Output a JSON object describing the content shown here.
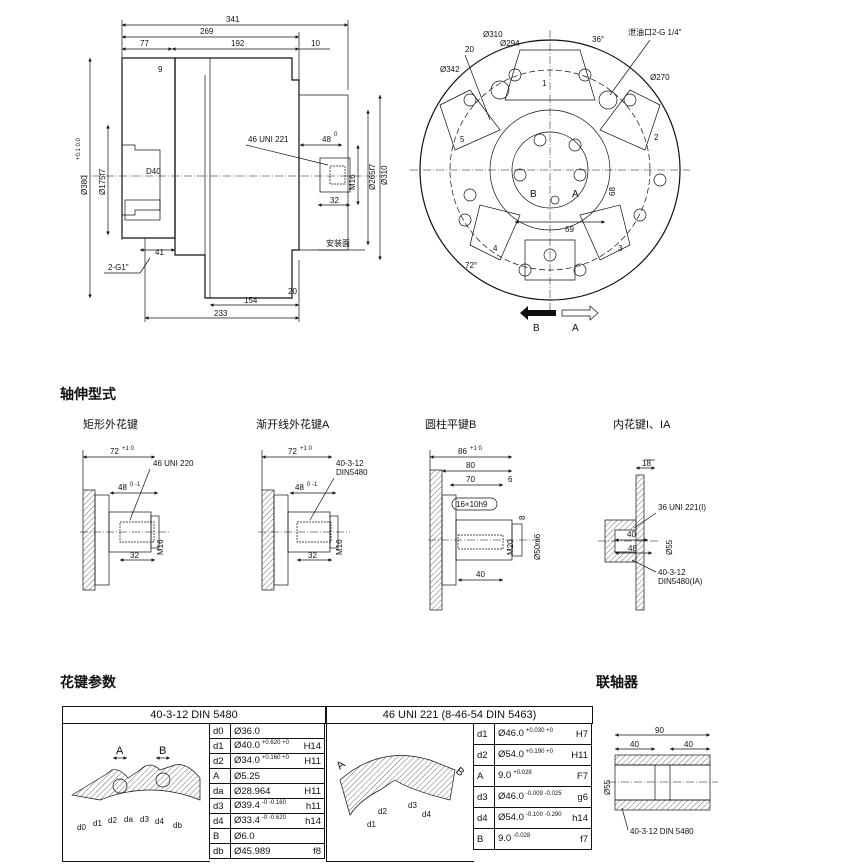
{
  "top_dims": {
    "d341": "341",
    "d269": "269",
    "d77": "77",
    "d192": "192",
    "d10": "10",
    "d9": "9",
    "m16": "M16",
    "uni": "46 UNI 221",
    "d48": "48",
    "d48tol": "0",
    "d32": "32",
    "d41": "41",
    "g1": "2-G1\"",
    "d40": "D40",
    "d175": "Ø175f7",
    "d380": "Ø380",
    "d380tol": "+0.1 0.0",
    "d265": "Ø265f7",
    "d310": "Ø310",
    "install": "安装面",
    "d154": "154",
    "d233": "233",
    "d20": "20"
  },
  "front_dims": {
    "d310": "Ø310",
    "d294": "Ø294",
    "d342": "Ø342",
    "d20": "20",
    "a36": "36°",
    "drain": "泄油口2-G 1/4\"",
    "d270": "Ø270",
    "n1": "1",
    "n2": "2",
    "n3": "3",
    "n4": "4",
    "n5": "5",
    "b": "B",
    "a": "A",
    "d69": "69",
    "d68": "68",
    "a72": "72°",
    "rotB": "B",
    "rotA": "A"
  },
  "sections": {
    "shaft": "轴伸型式",
    "spline": "花键参数",
    "coupling": "联轴器"
  },
  "shafts": [
    {
      "caption": "矩形外花键",
      "d72": "72",
      "tol72": "+1 0",
      "uni": "46 UNI 220",
      "d48": "48",
      "tol48": "0 -1",
      "d32": "32",
      "m16": "M16"
    },
    {
      "caption": "渐开线外花键A",
      "d72": "72",
      "tol72": "+1 0",
      "din1": "40-3-12",
      "din2": "DIN5480",
      "d48": "48",
      "tol48": "0 -1",
      "d32": "32",
      "m16": "M16"
    },
    {
      "caption": "圆柱平键B",
      "d86": "86",
      "tol86": "+1 0",
      "d80": "80",
      "d70": "70",
      "d6": "6",
      "key": "16×10h9",
      "d8": "8",
      "m20": "M20",
      "d50": "Ø50m6",
      "d40": "40"
    },
    {
      "caption": "内花键I、IA",
      "d18": "18",
      "uni": "36 UNI 221(I)",
      "d40": "40",
      "d48": "48",
      "d55": "Ø55",
      "din1": "40-3-12",
      "din2": "DIN5480(IA)"
    }
  ],
  "table1": {
    "title": "40-3-12 DIN 5480",
    "rows": [
      {
        "k": "d0",
        "v": "Ø36.0",
        "tol": "",
        "f": ""
      },
      {
        "k": "d1",
        "v": "Ø40.0",
        "tol": "+0.620 +0",
        "f": "H14"
      },
      {
        "k": "d2",
        "v": "Ø34.0",
        "tol": "+0.160 +0",
        "f": "H11"
      },
      {
        "k": "A",
        "v": "Ø5.25",
        "tol": "",
        "f": ""
      },
      {
        "k": "da",
        "v": "Ø28.964",
        "tol": "",
        "f": "H11"
      },
      {
        "k": "d3",
        "v": "Ø39.4",
        "tol": "-0 -0.160",
        "f": "h11"
      },
      {
        "k": "d4",
        "v": "Ø33.4",
        "tol": "-0 -0.620",
        "f": "h14"
      },
      {
        "k": "B",
        "v": "Ø6.0",
        "tol": "",
        "f": ""
      },
      {
        "k": "db",
        "v": "Ø45.989",
        "tol": "",
        "f": "f8"
      }
    ],
    "fig": {
      "a": "A",
      "b": "B",
      "d0": "d0",
      "d1": "d1",
      "d2": "d2",
      "da": "da",
      "d3": "d3",
      "d4": "d4",
      "db": "db"
    }
  },
  "table2": {
    "title": "46 UNI 221 (8-46-54 DIN 5463)",
    "rows": [
      {
        "k": "d1",
        "v": "Ø46.0",
        "tol": "+0.030 +0",
        "f": "H7"
      },
      {
        "k": "d2",
        "v": "Ø54.0",
        "tol": "+0.190 +0",
        "f": "H11"
      },
      {
        "k": "A",
        "v": "9.0",
        "tol": "+0.028",
        "f": "F7"
      },
      {
        "k": "d3",
        "v": "Ø46.0",
        "tol": "-0.009 -0.025",
        "f": "g6"
      },
      {
        "k": "d4",
        "v": "Ø54.0",
        "tol": "-0.100 -0.290",
        "f": "h14"
      },
      {
        "k": "B",
        "v": "9.0",
        "tol": "-0.028",
        "f": "f7"
      }
    ],
    "fig": {
      "a": "A",
      "b": "B",
      "d1": "d1",
      "d2": "d2",
      "d3": "d3",
      "d4": "d4"
    }
  },
  "coupling": {
    "d90": "90",
    "d40a": "40",
    "d40b": "40",
    "d55": "Ø55",
    "din": "40-3-12 DIN 5480"
  }
}
